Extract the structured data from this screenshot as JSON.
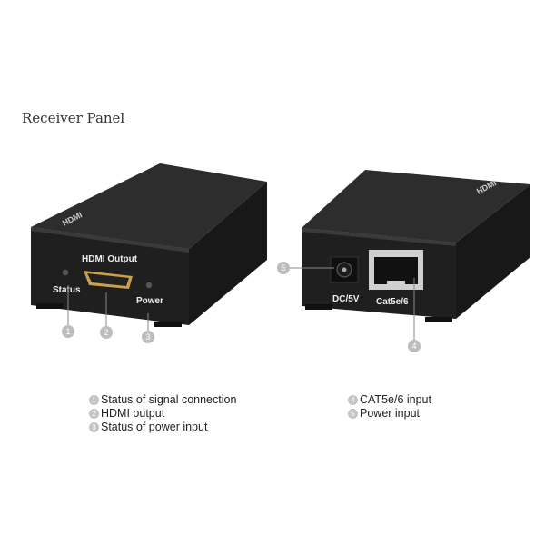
{
  "heading": "Receiver Panel",
  "left_device": {
    "port_label": "HDMI Output",
    "status_label": "Status",
    "power_label": "Power",
    "logo": "HDMI"
  },
  "right_device": {
    "dc_label": "DC/5V",
    "cat_label": "Cat5e/6",
    "logo": "HDMI"
  },
  "callouts": [
    "1",
    "2",
    "3",
    "4",
    "5"
  ],
  "legend_left": [
    {
      "num": "1",
      "text": "Status of signal connection"
    },
    {
      "num": "2",
      "text": "HDMI output"
    },
    {
      "num": "3",
      "text": "Status of power input"
    }
  ],
  "legend_right": [
    {
      "num": "4",
      "text": "CAT5e/6 input"
    },
    {
      "num": "5",
      "text": "Power input"
    }
  ],
  "colors": {
    "device_face": "#1e1e1e",
    "device_top": "#2c2c2c",
    "callout": "#bdbdbd"
  }
}
